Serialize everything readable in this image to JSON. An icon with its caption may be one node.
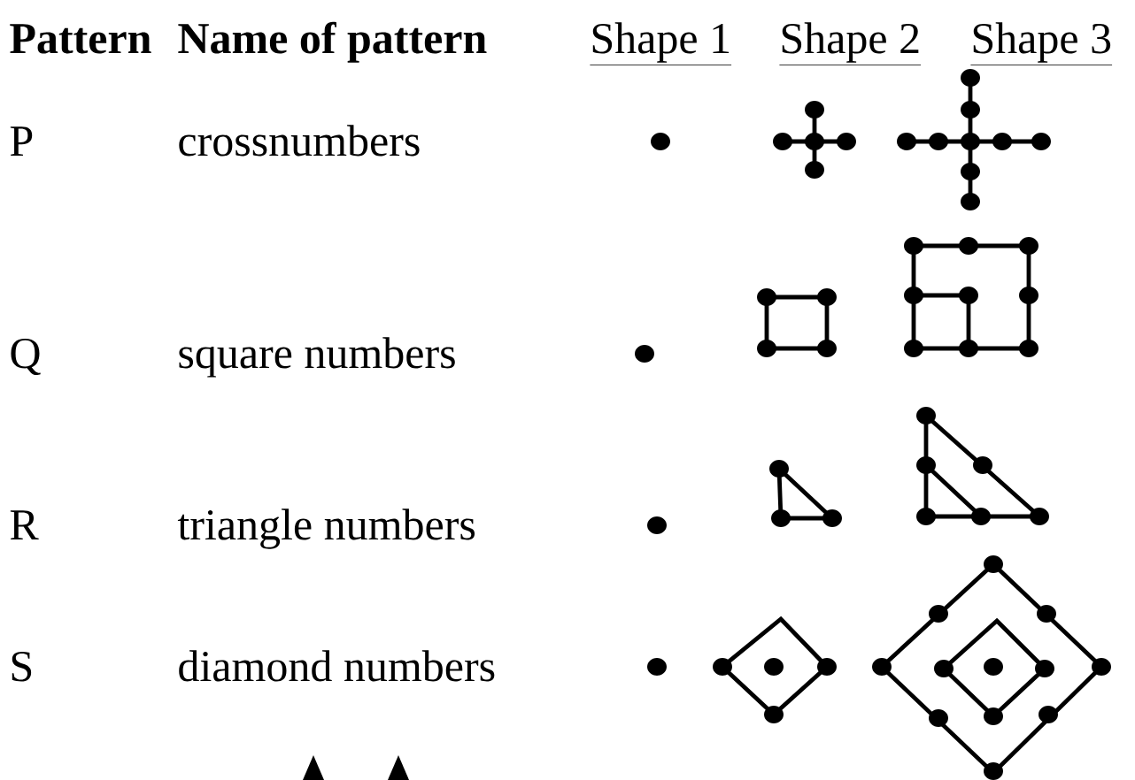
{
  "diagram": {
    "labels": [
      "Pattern",
      "Name of pattern",
      "Shape 1",
      "Shape 2",
      "Shape 3",
      "P",
      "crossnumbers",
      "Q",
      "square numbers",
      "R",
      "triangle numbers",
      "S",
      "diamond numbers"
    ]
  }
}
